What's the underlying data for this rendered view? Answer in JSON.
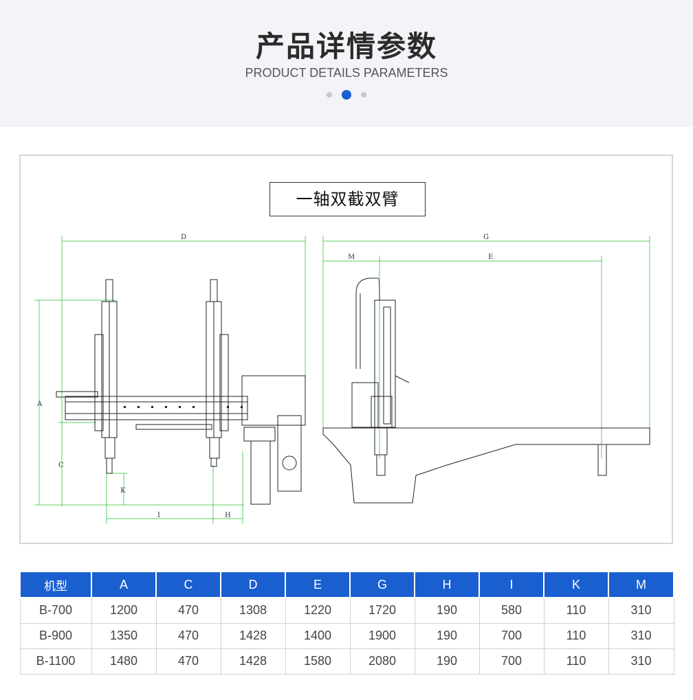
{
  "header": {
    "title": "产品详情参数",
    "subtitle": "PRODUCT DETAILS PARAMETERS"
  },
  "drawing": {
    "title": "一轴双截双臂",
    "dimension_labels": {
      "D": "D",
      "G": "G",
      "M": "M",
      "E": "E",
      "A": "A",
      "C": "C",
      "K": "K",
      "I": "I",
      "H": "H"
    }
  },
  "table": {
    "headers": [
      "机型",
      "A",
      "C",
      "D",
      "E",
      "G",
      "H",
      "I",
      "K",
      "M"
    ],
    "rows": [
      [
        "B-700",
        "1200",
        "470",
        "1308",
        "1220",
        "1720",
        "190",
        "580",
        "110",
        "310"
      ],
      [
        "B-900",
        "1350",
        "470",
        "1428",
        "1400",
        "1900",
        "190",
        "700",
        "110",
        "310"
      ],
      [
        "B-1100",
        "1480",
        "470",
        "1428",
        "1580",
        "2080",
        "190",
        "700",
        "110",
        "310"
      ]
    ]
  },
  "colors": {
    "header_bg": "#f3f4f8",
    "accent_blue": "#1a5fd0",
    "dimension_green": "#5ccf5c"
  }
}
